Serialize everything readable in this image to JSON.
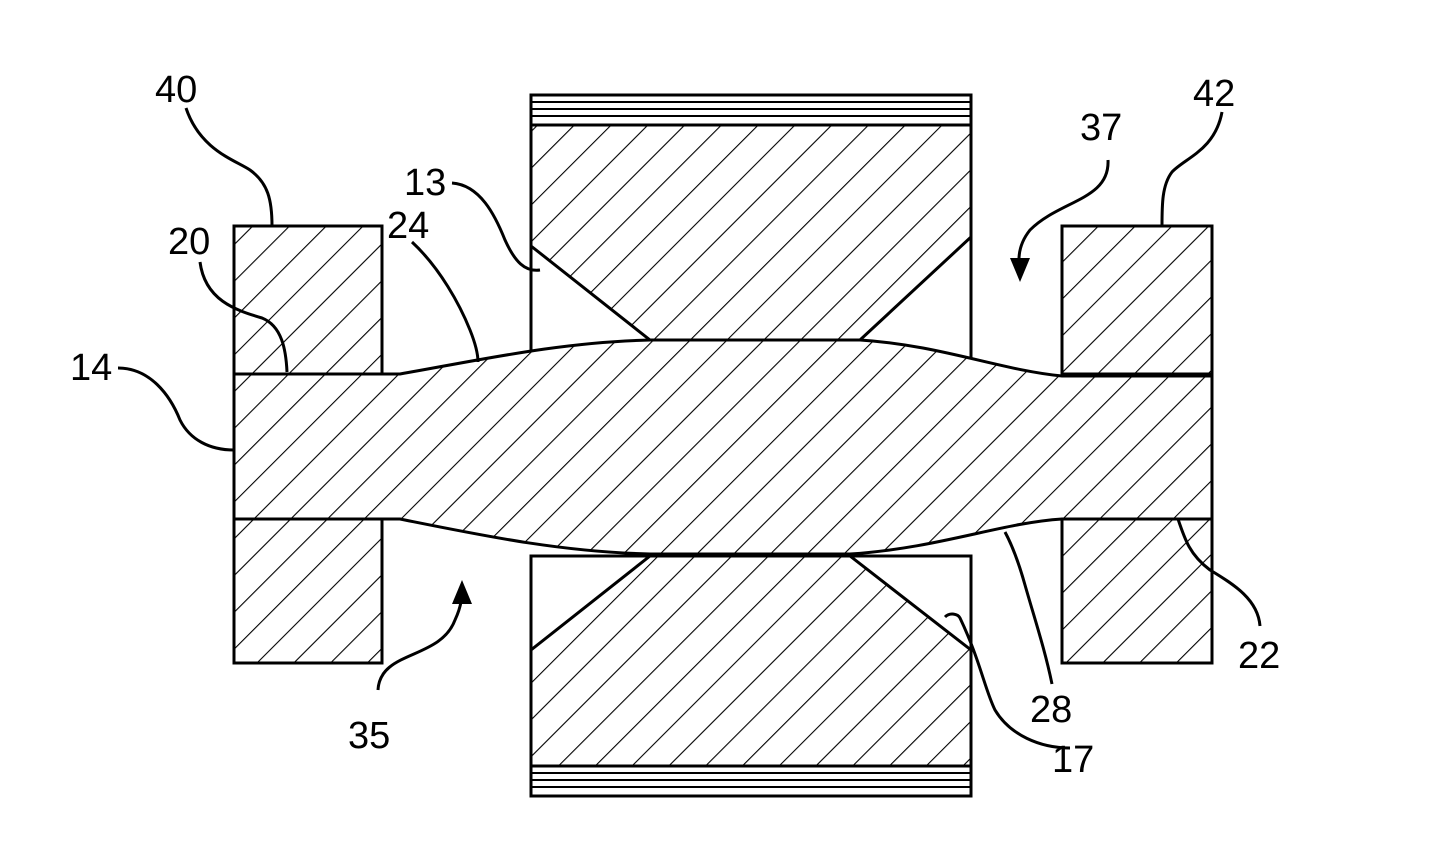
{
  "figure": {
    "labels": {
      "l40": "40",
      "l42": "42",
      "l37": "37",
      "l13": "13",
      "l20": "20",
      "l24": "24",
      "l14": "14",
      "l35": "35",
      "l22": "22",
      "l28": "28",
      "l17": "17"
    }
  }
}
